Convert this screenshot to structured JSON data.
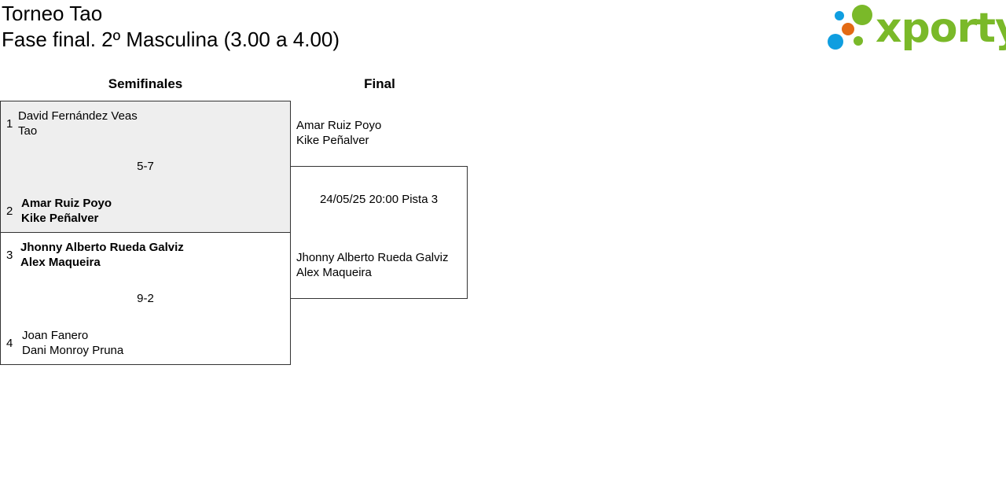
{
  "header": {
    "title": "Torneo Tao",
    "subtitle": "Fase final. 2º Masculina (3.00 a 4.00)"
  },
  "logo": {
    "text": "xporty",
    "colors": {
      "blue": "#0f9ee0",
      "orange": "#e36a14",
      "green": "#7ab929"
    }
  },
  "rounds": {
    "semifinals_label": "Semifinales",
    "final_label": "Final"
  },
  "semifinals": [
    {
      "score": "5-7",
      "teams": [
        {
          "seed": "1",
          "players": [
            "David Fernández Veas",
            "Tao"
          ],
          "winner": false
        },
        {
          "seed": "2",
          "players": [
            "Amar Ruiz Poyo",
            "Kike Peñalver"
          ],
          "winner": true
        }
      ]
    },
    {
      "score": "9-2",
      "teams": [
        {
          "seed": "3",
          "players": [
            "Jhonny Alberto Rueda Galviz",
            "Alex Maqueira"
          ],
          "winner": true
        },
        {
          "seed": "4",
          "players": [
            "Joan Fanero",
            "Dani Monroy Pruna"
          ],
          "winner": false
        }
      ]
    }
  ],
  "final": {
    "info": "24/05/25 20:00 Pista 3",
    "teams": [
      {
        "players": [
          "Amar Ruiz Poyo",
          "Kike Peñalver"
        ]
      },
      {
        "players": [
          "Jhonny Alberto Rueda Galviz",
          "Alex Maqueira"
        ]
      }
    ]
  }
}
